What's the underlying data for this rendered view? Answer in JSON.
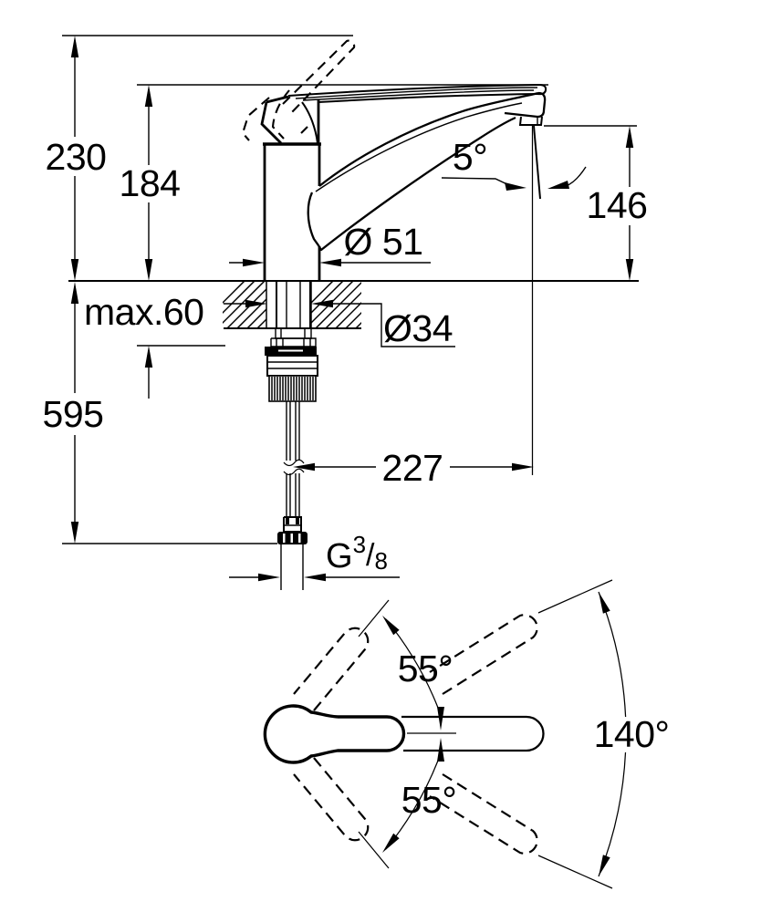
{
  "labels": {
    "height_overall": "230",
    "height_to_handle_top": "184",
    "spout_outlet_height": "146",
    "supply_length_below": "595",
    "max_counter_thickness": "max.60",
    "base_diameter": "Ø 51",
    "hole_diameter": "Ø34",
    "spout_reach": "227",
    "outlet_angle": "5°",
    "thread_prefix": "G",
    "thread_numerator": "3",
    "thread_slash": "/",
    "thread_denominator": "8",
    "handle_swing_upper": "55°",
    "handle_swing_lower": "55°",
    "spout_swivel_total": "140°"
  },
  "colors": {
    "line": "#000000",
    "background": "#ffffff"
  }
}
